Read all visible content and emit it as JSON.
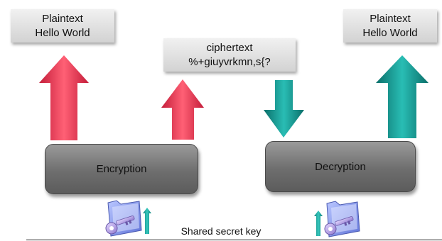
{
  "plaintext_left": {
    "line1": "Plaintext",
    "line2": "Hello World"
  },
  "ciphertext": {
    "line1": "ciphertext",
    "line2": "%+giuyvrkmn,s{?"
  },
  "plaintext_right": {
    "line1": "Plaintext",
    "line2": "Hello World"
  },
  "encryption_label": "Encryption",
  "decryption_label": "Decryption",
  "shared_key_label": "Shared secret key",
  "colors": {
    "encrypt_arrow": "#e8334a",
    "decrypt_arrow": "#139c95",
    "key_folder": "#8fa4f0",
    "key": "#b8a3e6"
  },
  "icons": [
    "arrow-up-icon",
    "arrow-down-icon",
    "key-folder-icon"
  ]
}
